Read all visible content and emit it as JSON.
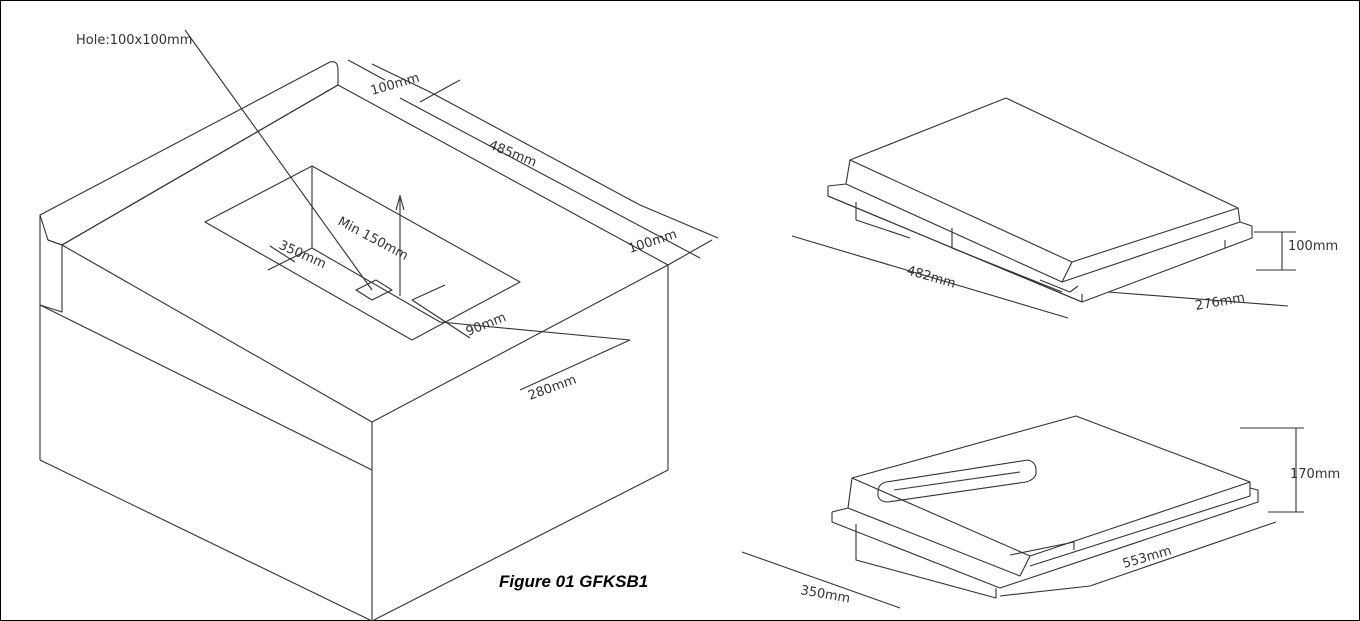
{
  "figure": {
    "caption": "Figure 01 GFKSB1"
  },
  "cutout_drawing": {
    "hole": "Hole:100x100mm",
    "offset_back": "100mm",
    "length": "485mm",
    "offset_right": "100mm",
    "min_height": "Min 150mm",
    "depth": "350mm",
    "hole_offset": "90mm",
    "width": "280mm"
  },
  "top_unit": {
    "length": "482mm",
    "height": "100mm",
    "width": "276mm"
  },
  "bottom_unit": {
    "height": "170mm",
    "length": "553mm",
    "width": "350mm"
  }
}
